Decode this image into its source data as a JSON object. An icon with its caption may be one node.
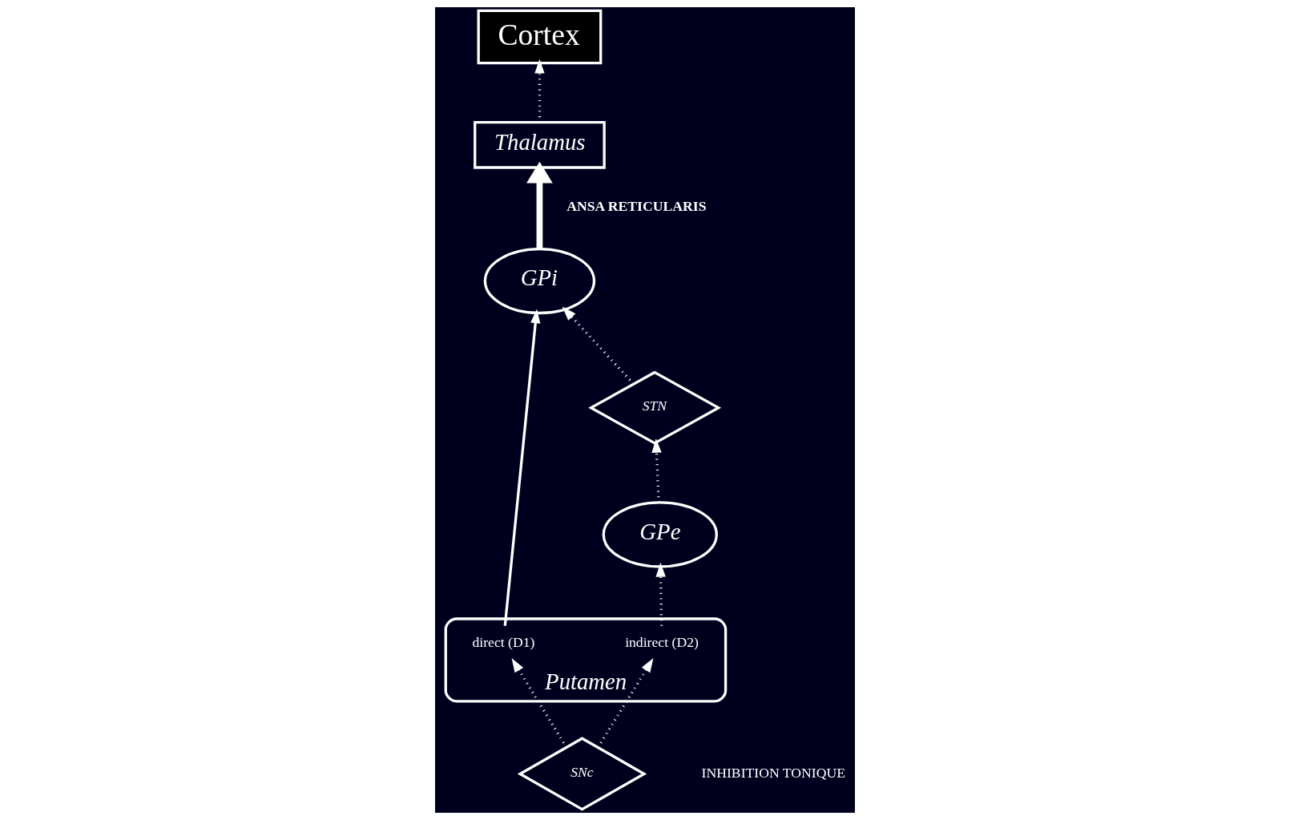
{
  "diagram": {
    "nodes": [
      {
        "text": [
          "Cortex"
        ]
      },
      {
        "text": [
          "Putamen"
        ]
      },
      {
        "text": [
          "direct (D1)"
        ],
        "in": 1
      },
      {
        "text": [
          "indirect (D2)"
        ],
        "in": 1
      },
      {
        "text": [
          "GPe"
        ]
      },
      {
        "text": [
          "GPi"
        ]
      },
      {
        "text": [
          "Thalamus"
        ]
      },
      {
        "text": [
          "SNc"
        ]
      },
      {
        "text": [
          "STN"
        ]
      }
    ],
    "edges": [
      {
        "from": 2,
        "to": 5,
        "arrow": "to"
      },
      {
        "from": 3,
        "to": 4,
        "arrow": "to",
        "style": "dashed"
      },
      {
        "from": 7,
        "to": 2,
        "arrow": "to",
        "style": "dashed"
      },
      {
        "from": 7,
        "to": 3,
        "arrow": "to",
        "style": "dashed"
      },
      {
        "from": 4,
        "to": 8,
        "arrow": "to",
        "style": "dashed"
      },
      {
        "from": 8,
        "to": 5,
        "arrow": "to",
        "style": "dashed"
      },
      {
        "from": 5,
        "to": 6,
        "arrow": "to",
        "style": "thick",
        "label": "ANSA RETICULARIS"
      },
      {
        "from": 6,
        "to": 0,
        "arrow": "to",
        "style": "dashed"
      }
    ],
    "labels": [
      "INHIBITION TONIQUE"
    ]
  }
}
